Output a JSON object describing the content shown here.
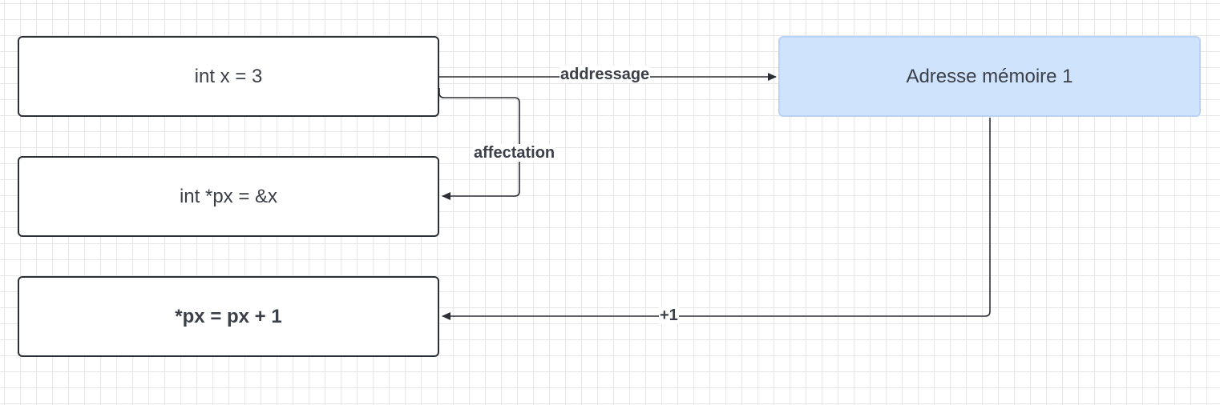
{
  "diagram": {
    "nodes": {
      "int_x": {
        "label": "int x = 3"
      },
      "int_px": {
        "label": "int *px = &x"
      },
      "px_increment": {
        "label": "*px = px + 1"
      },
      "memory_address": {
        "label": "Adresse mémoire 1",
        "fill": "#cfe3fd"
      }
    },
    "edges": {
      "addressing": {
        "label": "addressage"
      },
      "assignment": {
        "label": "affectation"
      },
      "increment": {
        "label": "+1"
      }
    }
  }
}
